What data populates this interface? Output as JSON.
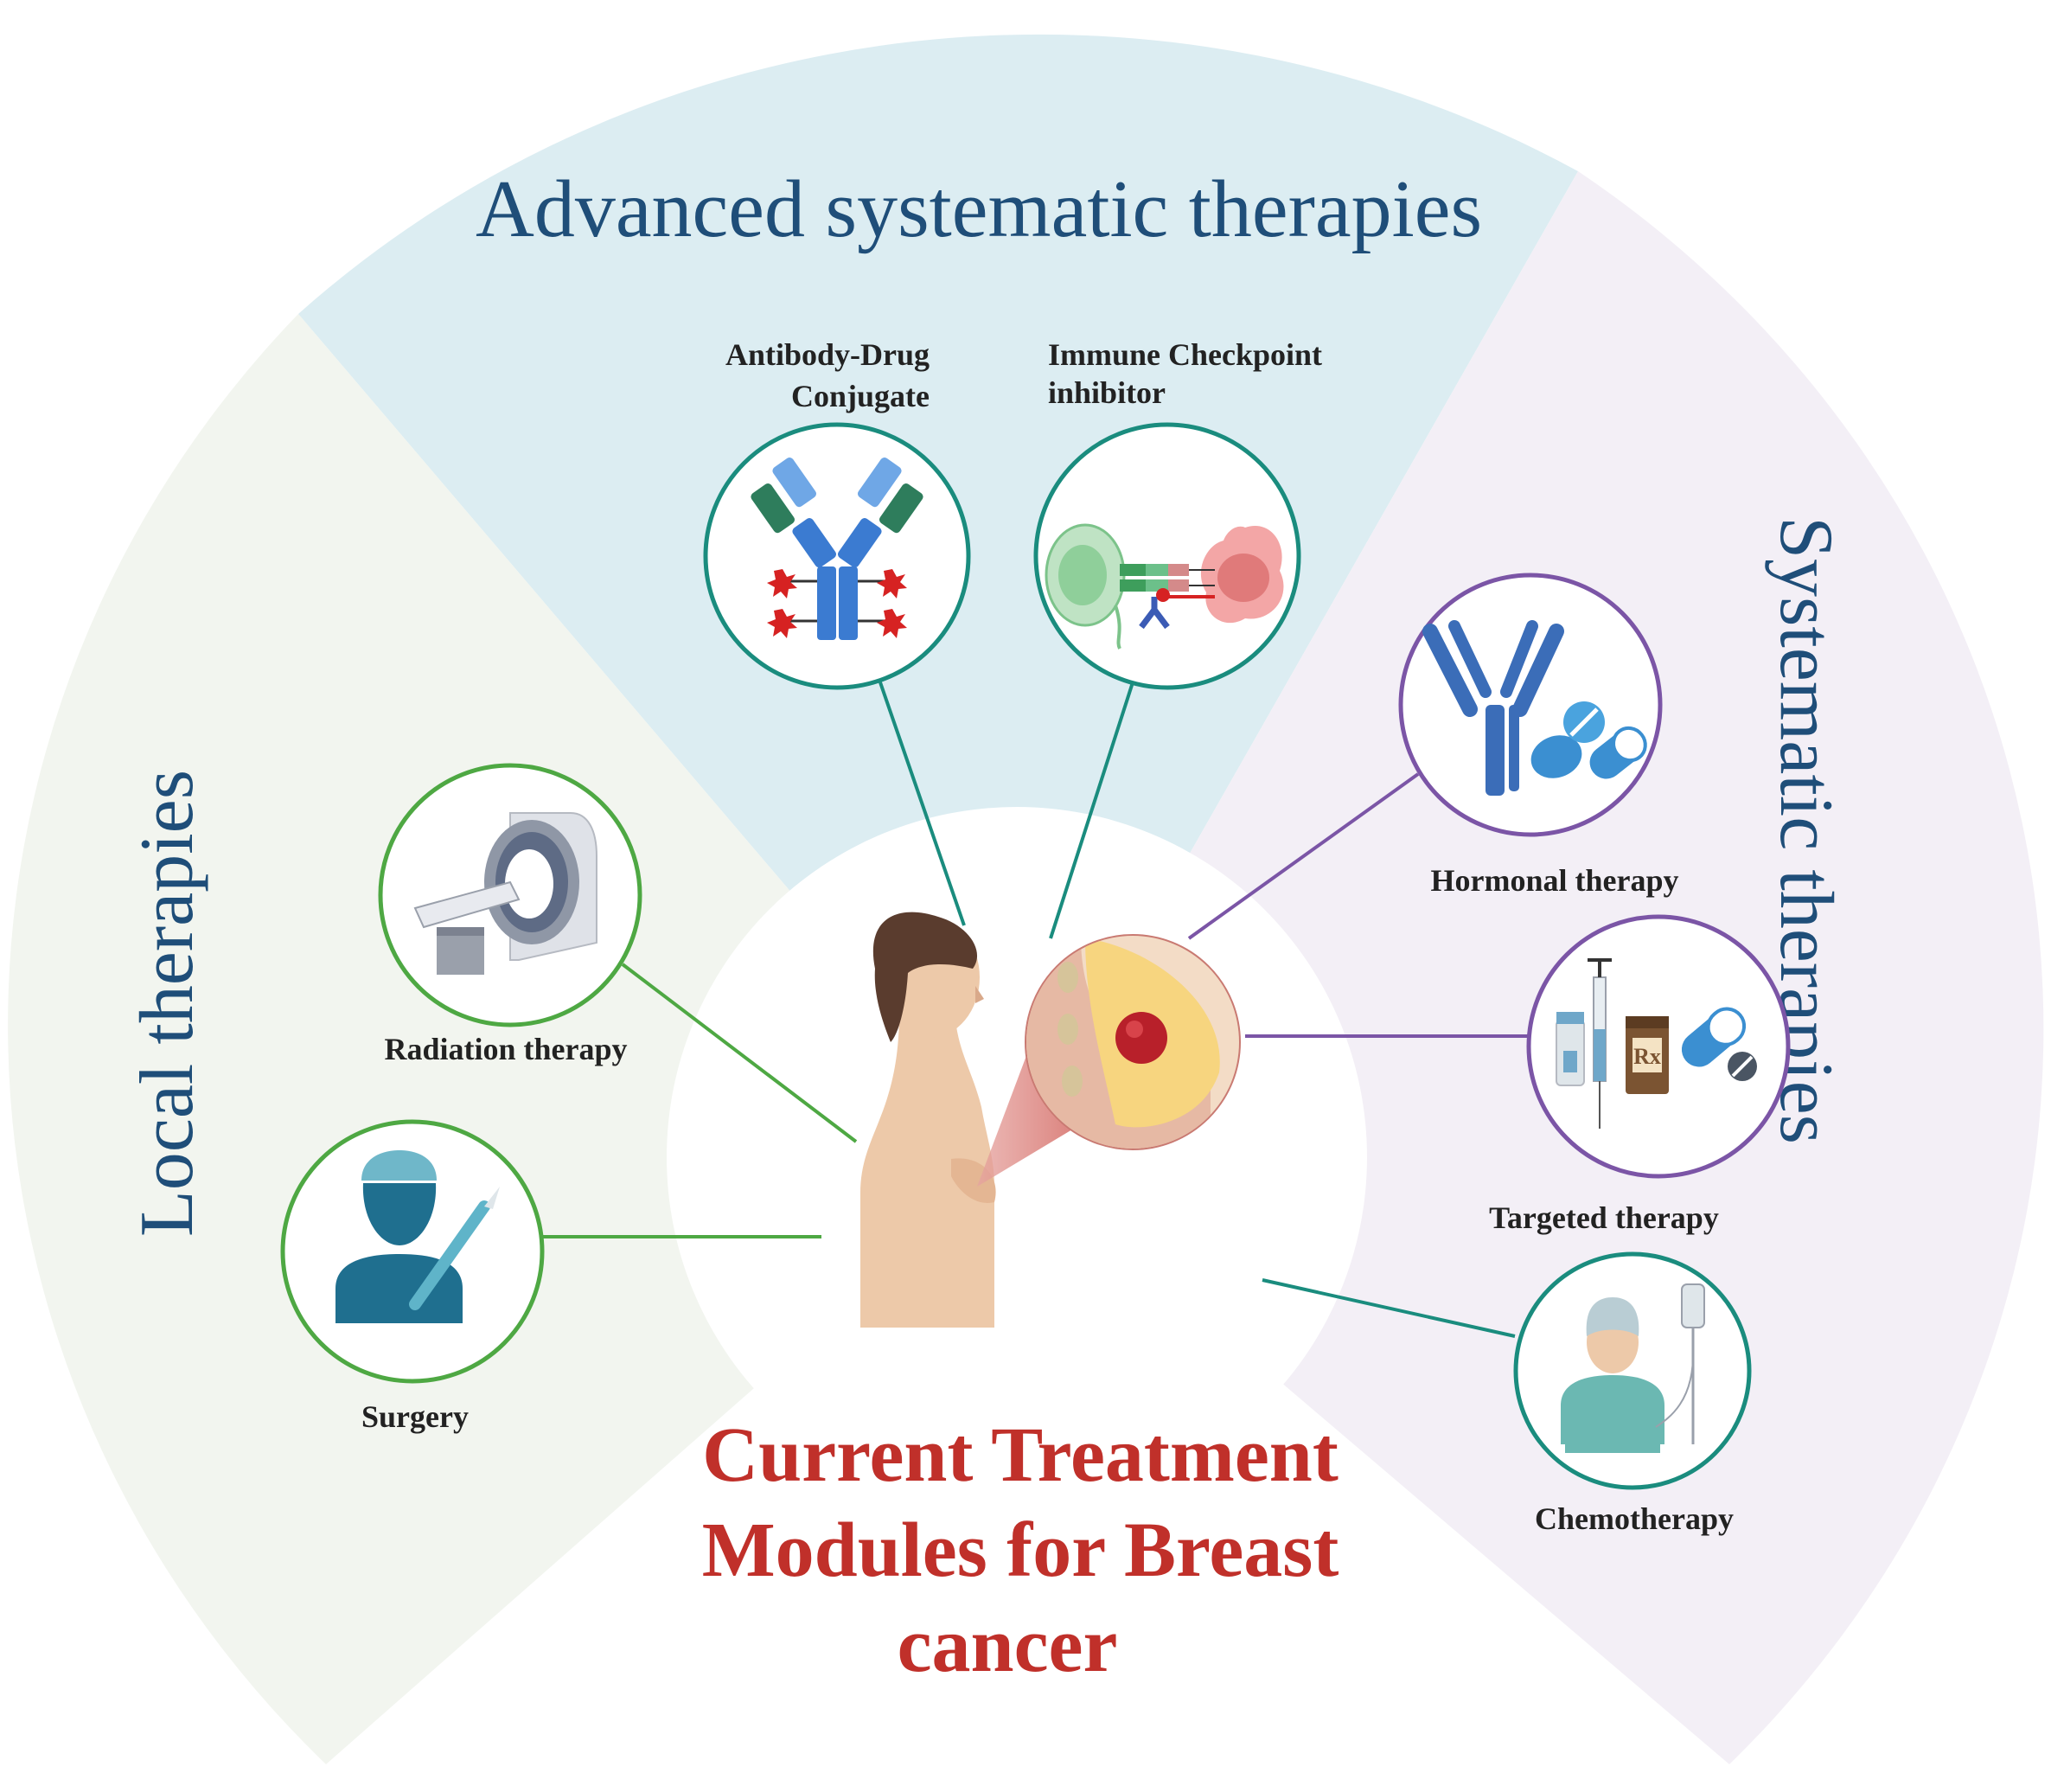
{
  "center_title": {
    "line1": "Current Treatment",
    "line2": "Modules for Breast",
    "line3": "cancer"
  },
  "sectors": {
    "advanced": {
      "title": "Advanced systematic therapies",
      "fill": "#dcedf2",
      "title_color": "#1f4e79"
    },
    "local": {
      "title": "Local therapies",
      "fill": "#f2f5ef",
      "title_color": "#1f4e79"
    },
    "systematic": {
      "title": "Systematic therapies",
      "fill": "#f3eff6",
      "title_color": "#1f4e79"
    }
  },
  "therapies": {
    "adc": {
      "line1": "Antibody-Drug",
      "line2": "Conjugate",
      "icon": "antibody-drug-conjugate-icon",
      "ring_color": "#1a8c7e"
    },
    "ici": {
      "line1": "Immune Checkpoint",
      "line2": "inhibitor",
      "icon": "immune-checkpoint-icon",
      "ring_color": "#1a8c7e"
    },
    "radiation": {
      "label": "Radiation therapy",
      "icon": "mri-scanner-icon",
      "ring_color": "#4ea843"
    },
    "surgery": {
      "label": "Surgery",
      "icon": "surgeon-icon",
      "ring_color": "#4ea843"
    },
    "hormonal": {
      "label": "Hormonal therapy",
      "icon": "antibody-pills-icon",
      "ring_color": "#7b55a6"
    },
    "targeted": {
      "label": "Targeted therapy",
      "icon": "syringe-vial-icon",
      "ring_color": "#7b55a6"
    },
    "chemo": {
      "label": "Chemotherapy",
      "icon": "chemo-patient-icon",
      "ring_color": "#1a8c7e"
    }
  }
}
